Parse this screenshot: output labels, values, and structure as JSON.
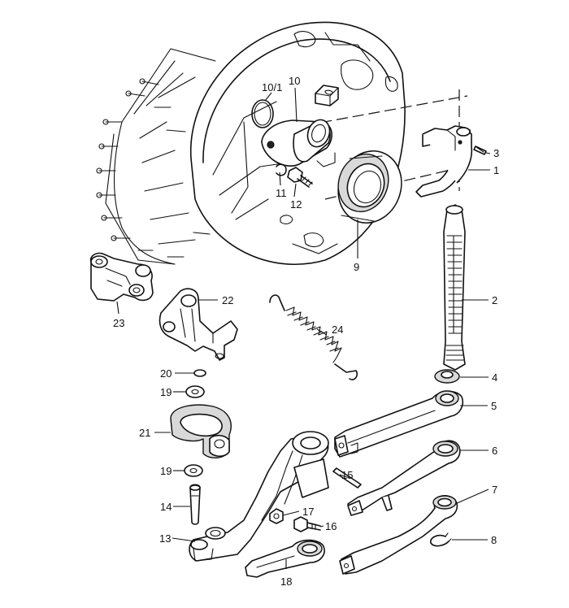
{
  "diagram": {
    "parts": [
      {
        "id": "p1",
        "number": "1"
      },
      {
        "id": "p2",
        "number": "2"
      },
      {
        "id": "p3",
        "number": "3"
      },
      {
        "id": "p4",
        "number": "4"
      },
      {
        "id": "p5",
        "number": "5"
      },
      {
        "id": "p6",
        "number": "6"
      },
      {
        "id": "p7",
        "number": "7"
      },
      {
        "id": "p8",
        "number": "8"
      },
      {
        "id": "p9",
        "number": "9"
      },
      {
        "id": "p10",
        "number": "10"
      },
      {
        "id": "p10_1",
        "number": "10/1"
      },
      {
        "id": "p11",
        "number": "11"
      },
      {
        "id": "p12",
        "number": "12"
      },
      {
        "id": "p13",
        "number": "13"
      },
      {
        "id": "p14",
        "number": "14"
      },
      {
        "id": "p15",
        "number": "15"
      },
      {
        "id": "p16",
        "number": "16"
      },
      {
        "id": "p17",
        "number": "17"
      },
      {
        "id": "p18",
        "number": "18"
      },
      {
        "id": "p19a",
        "number": "19"
      },
      {
        "id": "p19b",
        "number": "19"
      },
      {
        "id": "p20",
        "number": "20"
      },
      {
        "id": "p21",
        "number": "21"
      },
      {
        "id": "p22",
        "number": "22"
      },
      {
        "id": "p23",
        "number": "23"
      },
      {
        "id": "p24",
        "number": "24"
      }
    ]
  }
}
